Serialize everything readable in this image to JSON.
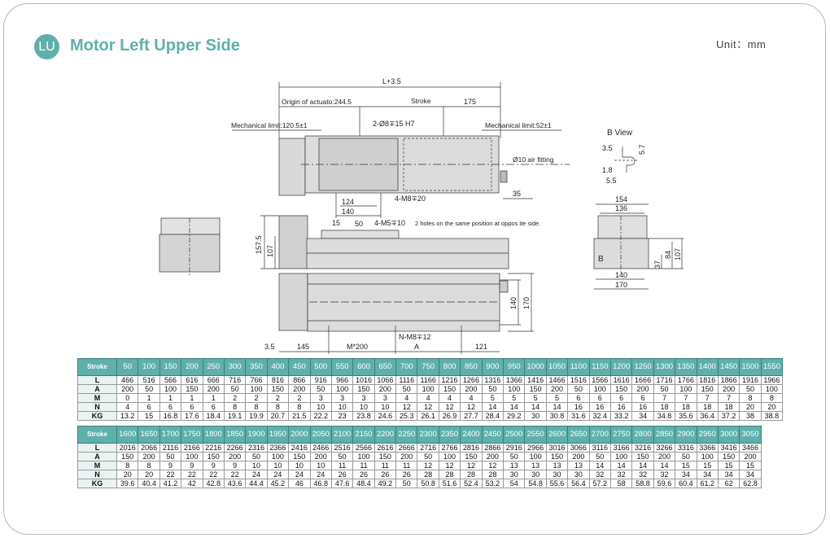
{
  "header": {
    "badge": "LU",
    "title": "Motor Left Upper Side",
    "unit": "Unit：mm"
  },
  "drawing": {
    "l_dim": "L+3.5",
    "origin": "Origin of actuato:244.5",
    "stroke": "Stroke",
    "d175": "175",
    "mech_left": "Mechanical limit:120.5±1",
    "mech_right": "Mechanical limit:52±1",
    "pin_holes": "2-Ø8∓15 H7",
    "air_fitting": "Ø10 air fitting",
    "d35": "35",
    "m8_holes": "4-M8∓20",
    "d124": "124",
    "d140": "140",
    "d15": "15",
    "d50": "50",
    "m5_holes": "4-M5∓10",
    "m5_note": "2 holes on the same position at oppos ite side.",
    "d157_5": "157.5",
    "d107": "107",
    "d140b": "140",
    "d170b": "170",
    "d3_5": "3.5",
    "d145": "145",
    "m200": "M*200",
    "n_m8": "N-M8∓12",
    "a": "A",
    "d121": "121",
    "b_view": "B View",
    "bv3_5": "3.5",
    "bv5_7": "5.7",
    "bv1_8": "1.8",
    "bv5_5": "5.5",
    "e154": "154",
    "e136": "136",
    "e37": "37",
    "e84": "84",
    "e107": "107",
    "e140": "140",
    "e170": "170",
    "b_mark": "B"
  },
  "tables": [
    {
      "rows": [
        {
          "label": "Stroke",
          "values": [
            "50",
            "100",
            "150",
            "200",
            "250",
            "300",
            "350",
            "400",
            "450",
            "500",
            "550",
            "600",
            "650",
            "700",
            "750",
            "800",
            "850",
            "900",
            "950",
            "1000",
            "1050",
            "1100",
            "1150",
            "1200",
            "1250",
            "1300",
            "1350",
            "1400",
            "1450",
            "1500",
            "1550"
          ]
        },
        {
          "label": "L",
          "values": [
            "466",
            "516",
            "566",
            "616",
            "666",
            "716",
            "766",
            "816",
            "866",
            "916",
            "966",
            "1016",
            "1066",
            "1116",
            "1166",
            "1216",
            "1266",
            "1316",
            "1366",
            "1416",
            "1466",
            "1516",
            "1566",
            "1616",
            "1666",
            "1716",
            "1766",
            "1816",
            "1866",
            "1916",
            "1966"
          ]
        },
        {
          "label": "A",
          "values": [
            "200",
            "50",
            "100",
            "150",
            "200",
            "50",
            "100",
            "150",
            "200",
            "50",
            "100",
            "150",
            "200",
            "50",
            "100",
            "150",
            "200",
            "50",
            "100",
            "150",
            "200",
            "50",
            "100",
            "150",
            "200",
            "50",
            "100",
            "150",
            "200",
            "50",
            "100"
          ]
        },
        {
          "label": "M",
          "values": [
            "0",
            "1",
            "1",
            "1",
            "1",
            "2",
            "2",
            "2",
            "2",
            "3",
            "3",
            "3",
            "3",
            "4",
            "4",
            "4",
            "4",
            "5",
            "5",
            "5",
            "5",
            "6",
            "6",
            "6",
            "6",
            "7",
            "7",
            "7",
            "7",
            "8",
            "8"
          ]
        },
        {
          "label": "N",
          "values": [
            "4",
            "6",
            "6",
            "6",
            "6",
            "8",
            "8",
            "8",
            "8",
            "10",
            "10",
            "10",
            "10",
            "12",
            "12",
            "12",
            "12",
            "14",
            "14",
            "14",
            "14",
            "16",
            "16",
            "16",
            "16",
            "18",
            "18",
            "18",
            "18",
            "20",
            "20"
          ]
        },
        {
          "label": "KG",
          "values": [
            "13.2",
            "15",
            "16.8",
            "17.6",
            "18.4",
            "19.1",
            "19.9",
            "20.7",
            "21.5",
            "22.2",
            "23",
            "23.8",
            "24.6",
            "25.3",
            "26.1",
            "26.9",
            "27.7",
            "28.4",
            "29.2",
            "30",
            "30.8",
            "31.6",
            "32.4",
            "33.2",
            "34",
            "34.8",
            "35.6",
            "36.4",
            "37.2",
            "38",
            "38.8"
          ]
        }
      ]
    },
    {
      "rows": [
        {
          "label": "Stroke",
          "values": [
            "1600",
            "1650",
            "1700",
            "1750",
            "1800",
            "1850",
            "1900",
            "1950",
            "2000",
            "2050",
            "2100",
            "2150",
            "2200",
            "2250",
            "2300",
            "2350",
            "2400",
            "2450",
            "2500",
            "2550",
            "2600",
            "2650",
            "2700",
            "2750",
            "2800",
            "2850",
            "2900",
            "2950",
            "3000",
            "3050"
          ]
        },
        {
          "label": "L",
          "values": [
            "2016",
            "2066",
            "2116",
            "2166",
            "2216",
            "2266",
            "2316",
            "2366",
            "2416",
            "2466",
            "2516",
            "2566",
            "2616",
            "2666",
            "2716",
            "2766",
            "2816",
            "2866",
            "2916",
            "2966",
            "3016",
            "3066",
            "3116",
            "3166",
            "3216",
            "3266",
            "3316",
            "3366",
            "3416",
            "3466"
          ]
        },
        {
          "label": "A",
          "values": [
            "150",
            "200",
            "50",
            "100",
            "150",
            "200",
            "50",
            "100",
            "150",
            "200",
            "50",
            "100",
            "150",
            "200",
            "50",
            "100",
            "150",
            "200",
            "50",
            "100",
            "150",
            "200",
            "50",
            "100",
            "150",
            "200",
            "50",
            "100",
            "150",
            "200"
          ]
        },
        {
          "label": "M",
          "values": [
            "8",
            "8",
            "9",
            "9",
            "9",
            "9",
            "10",
            "10",
            "10",
            "10",
            "11",
            "11",
            "11",
            "11",
            "12",
            "12",
            "12",
            "12",
            "13",
            "13",
            "13",
            "13",
            "14",
            "14",
            "14",
            "14",
            "15",
            "15",
            "15",
            "15"
          ]
        },
        {
          "label": "N",
          "values": [
            "20",
            "20",
            "22",
            "22",
            "22",
            "22",
            "24",
            "24",
            "24",
            "24",
            "26",
            "26",
            "26",
            "26",
            "28",
            "28",
            "28",
            "28",
            "30",
            "30",
            "30",
            "30",
            "32",
            "32",
            "32",
            "32",
            "34",
            "34",
            "34",
            "34"
          ]
        },
        {
          "label": "KG",
          "values": [
            "39.6",
            "40.4",
            "41.2",
            "42",
            "42.8",
            "43.6",
            "44.4",
            "45.2",
            "46",
            "46.8",
            "47.6",
            "48.4",
            "49.2",
            "50",
            "50.8",
            "51.6",
            "52.4",
            "53.2",
            "54",
            "54.8",
            "55.6",
            "56.4",
            "57.2",
            "58",
            "58.8",
            "59.6",
            "60.4",
            "61.2",
            "62",
            "62.8"
          ]
        }
      ]
    }
  ],
  "colors": {
    "accent": "#5fb0ab",
    "blue_label": "#2a9fd8"
  }
}
